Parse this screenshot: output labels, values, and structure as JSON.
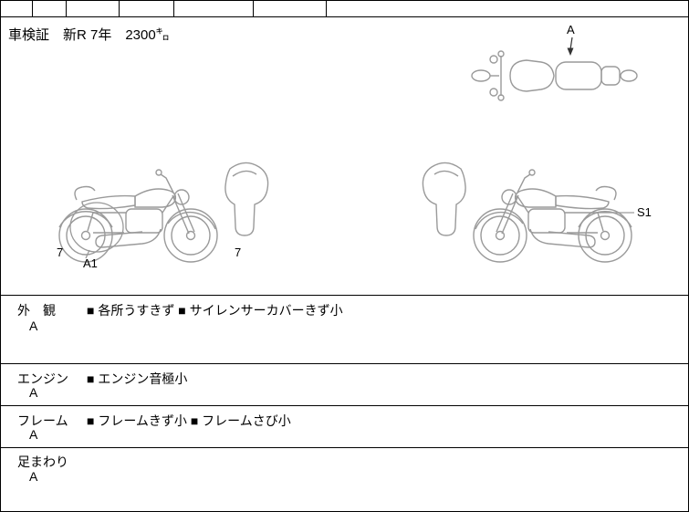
{
  "header": {
    "title_line": "車検証　新R 7年　2300㌔"
  },
  "diagrams": {
    "top_view": {
      "label": "A"
    },
    "left_view": {
      "label_rear": "7",
      "label_part": "A1",
      "label_front": "7"
    },
    "right_view": {
      "label": "S1"
    }
  },
  "sections": [
    {
      "name": "外　観",
      "grade": "A",
      "comments": "■ 各所うすきず ■ サイレンサーカバーきず小"
    },
    {
      "name": "エンジン",
      "grade": "A",
      "comments": "■ エンジン音極小"
    },
    {
      "name": "フレーム",
      "grade": "A",
      "comments": "■ フレームきず小 ■ フレームさび小"
    },
    {
      "name": "足まわり",
      "grade": "A",
      "comments": ""
    }
  ],
  "colors": {
    "drawing_line": "#9a9a9a",
    "border": "#000000",
    "text": "#000000",
    "background": "#ffffff"
  }
}
